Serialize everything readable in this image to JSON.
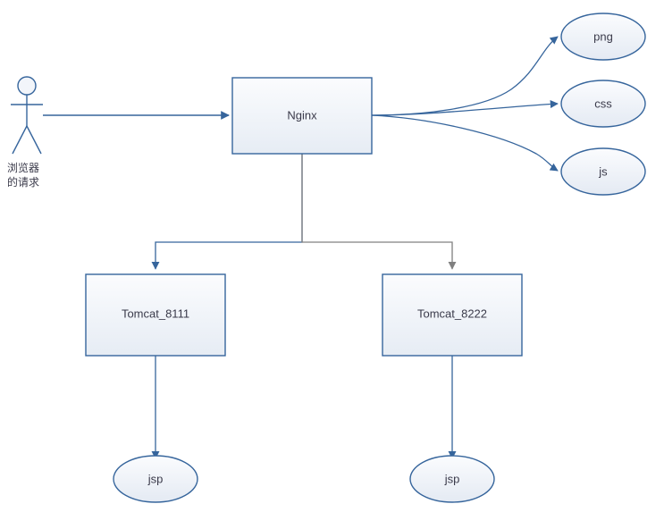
{
  "diagram": {
    "title": "Nginx load balancing and static resource routing diagram",
    "background_color": "#ffffff",
    "accent_color": "#36659C",
    "secondary_connector_color": "#808080",
    "node_fill_top": "#f7f9fc",
    "node_fill_bottom": "#e8edf5",
    "text_color": "#3a3a4a"
  },
  "actor": {
    "name": "browser-actor",
    "label_line1": "浏览器",
    "label_line2": "的请求"
  },
  "nodes": {
    "nginx": {
      "label": "Nginx",
      "shape": "rectangle"
    },
    "png": {
      "label": "png",
      "shape": "ellipse"
    },
    "css": {
      "label": "css",
      "shape": "ellipse"
    },
    "js": {
      "label": "js",
      "shape": "ellipse"
    },
    "tomcat_left": {
      "label": "Tomcat_8111",
      "shape": "rectangle"
    },
    "tomcat_right": {
      "label": "Tomcat_8222",
      "shape": "rectangle"
    },
    "jsp_left": {
      "label": "jsp",
      "shape": "ellipse"
    },
    "jsp_right": {
      "label": "jsp",
      "shape": "ellipse"
    }
  },
  "edges": [
    {
      "name": "actor-to-nginx",
      "from": "browser-actor",
      "to": "nginx",
      "color": "#36659C",
      "style": "straight"
    },
    {
      "name": "nginx-to-png",
      "from": "nginx",
      "to": "png",
      "color": "#36659C",
      "style": "curved"
    },
    {
      "name": "nginx-to-css",
      "from": "nginx",
      "to": "css",
      "color": "#36659C",
      "style": "curved"
    },
    {
      "name": "nginx-to-js",
      "from": "nginx",
      "to": "js",
      "color": "#36659C",
      "style": "curved"
    },
    {
      "name": "nginx-to-tomcat-left",
      "from": "nginx",
      "to": "tomcat_left",
      "color": "#36659C",
      "style": "orthogonal"
    },
    {
      "name": "nginx-to-tomcat-right",
      "from": "nginx",
      "to": "tomcat_right",
      "color": "#808080",
      "style": "orthogonal"
    },
    {
      "name": "tomcat-left-to-jsp",
      "from": "tomcat_left",
      "to": "jsp_left",
      "color": "#36659C",
      "style": "straight"
    },
    {
      "name": "tomcat-right-to-jsp",
      "from": "tomcat_right",
      "to": "jsp_right",
      "color": "#36659C",
      "style": "straight"
    }
  ]
}
